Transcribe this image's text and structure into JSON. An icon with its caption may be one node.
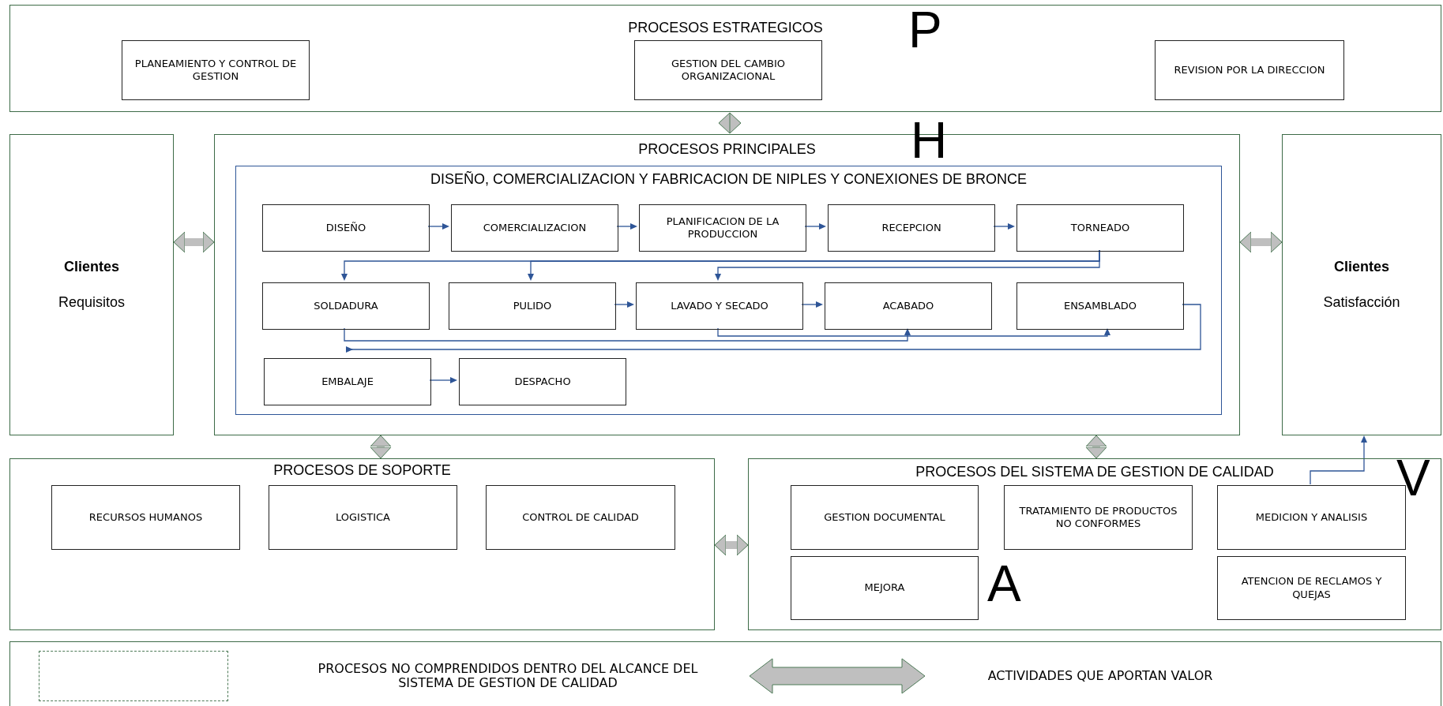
{
  "diagram": {
    "nodes": [
      {
        "text": [
          "PROCESOS ESTRATEGICOS"
        ]
      },
      {
        "text": [
          "PLANEAMIENTO Y CONTROL DE GESTION"
        ],
        "in": 0
      },
      {
        "text": [
          "GESTION DEL CAMBIO ORGANIZACIONAL"
        ],
        "in": 0
      },
      {
        "text": [
          "REVISION POR LA DIRECCION"
        ],
        "in": 0
      },
      {
        "text": [
          "Clientes",
          "Requisitos"
        ]
      },
      {
        "text": [
          "PROCESOS PRINCIPALES"
        ]
      },
      {
        "text": [
          "DISEÑO, COMERCIALIZACION Y FABRICACION DE NIPLES Y CONEXIONES DE BRONCE"
        ],
        "in": 5
      },
      {
        "text": [
          "DISEÑO"
        ],
        "in": 6
      },
      {
        "text": [
          "COMERCIALIZACION"
        ],
        "in": 6
      },
      {
        "text": [
          "PLANIFICACION DE LA PRODUCCION"
        ],
        "in": 6
      },
      {
        "text": [
          "RECEPCION"
        ],
        "in": 6
      },
      {
        "text": [
          "TORNEADO"
        ],
        "in": 6
      },
      {
        "text": [
          "SOLDADURA"
        ],
        "in": 6
      },
      {
        "text": [
          "PULIDO"
        ],
        "in": 6
      },
      {
        "text": [
          "LAVADO Y SECADO"
        ],
        "in": 6
      },
      {
        "text": [
          "ACABADO"
        ],
        "in": 6
      },
      {
        "text": [
          "ENSAMBLADO"
        ],
        "in": 6
      },
      {
        "text": [
          "EMBALAJE"
        ],
        "in": 6
      },
      {
        "text": [
          "DESPACHO"
        ],
        "in": 6
      },
      {
        "text": [
          "Clientes",
          "Satisfacción"
        ]
      },
      {
        "text": [
          "PROCESOS DE SOPORTE"
        ]
      },
      {
        "text": [
          "RECURSOS HUMANOS"
        ],
        "in": 20
      },
      {
        "text": [
          "LOGISTICA"
        ],
        "in": 20
      },
      {
        "text": [
          "CONTROL DE CALIDAD"
        ],
        "in": 20
      },
      {
        "text": [
          "PROCESOS DEL SISTEMA DE GESTION DE CALIDAD"
        ]
      },
      {
        "text": [
          "GESTION DOCUMENTAL"
        ],
        "in": 24
      },
      {
        "text": [
          "TRATAMIENTO DE PRODUCTOS NO CONFORMES"
        ],
        "in": 24
      },
      {
        "text": [
          "MEDICION Y ANALISIS"
        ],
        "in": 24
      },
      {
        "text": [
          "MEJORA"
        ],
        "in": 24
      },
      {
        "text": [
          "ATENCION DE RECLAMOS Y QUEJAS"
        ],
        "in": 24
      }
    ],
    "edges": [
      {
        "from": 0,
        "to": 5,
        "arrow": "both",
        "style": "thick",
        "color": "#bfbfbf"
      },
      {
        "from": 4,
        "to": 5,
        "arrow": "both",
        "style": "thick",
        "color": "#bfbfbf"
      },
      {
        "from": 5,
        "to": 19,
        "arrow": "both",
        "style": "thick",
        "color": "#bfbfbf"
      },
      {
        "from": 7,
        "to": 8,
        "arrow": "to"
      },
      {
        "from": 8,
        "to": 9,
        "arrow": "to"
      },
      {
        "from": 9,
        "to": 10,
        "arrow": "to"
      },
      {
        "from": 10,
        "to": 11,
        "arrow": "to"
      },
      {
        "from": 11,
        "to": 12,
        "arrow": "to"
      },
      {
        "from": 11,
        "to": 13,
        "arrow": "to"
      },
      {
        "from": 11,
        "to": 14,
        "arrow": "to"
      },
      {
        "from": 13,
        "to": 14,
        "arrow": "to"
      },
      {
        "from": 14,
        "to": 15,
        "arrow": "to"
      },
      {
        "from": 12,
        "to": 15,
        "arrow": "to"
      },
      {
        "from": 14,
        "to": 16,
        "arrow": "to"
      },
      {
        "from": 16,
        "to": 17,
        "arrow": "to"
      },
      {
        "from": 17,
        "to": 18,
        "arrow": "to"
      },
      {
        "from": 5,
        "to": 20,
        "arrow": "both",
        "style": "thick",
        "color": "#bfbfbf"
      },
      {
        "from": 5,
        "to": 24,
        "arrow": "both",
        "style": "thick",
        "color": "#bfbfbf"
      },
      {
        "from": 20,
        "to": 24,
        "arrow": "both",
        "style": "thick",
        "color": "#bfbfbf"
      },
      {
        "from": 27,
        "to": 19,
        "arrow": "to"
      }
    ],
    "labels": [
      "P",
      "H",
      "V",
      "A"
    ],
    "legend": [
      {
        "text": "PROCESOS NO COMPRENDIDOS DENTRO DEL ALCANCE DEL SISTEMA DE GESTION DE CALIDAD"
      },
      {
        "text": "ACTIVIDADES QUE APORTAN VALOR"
      }
    ]
  }
}
